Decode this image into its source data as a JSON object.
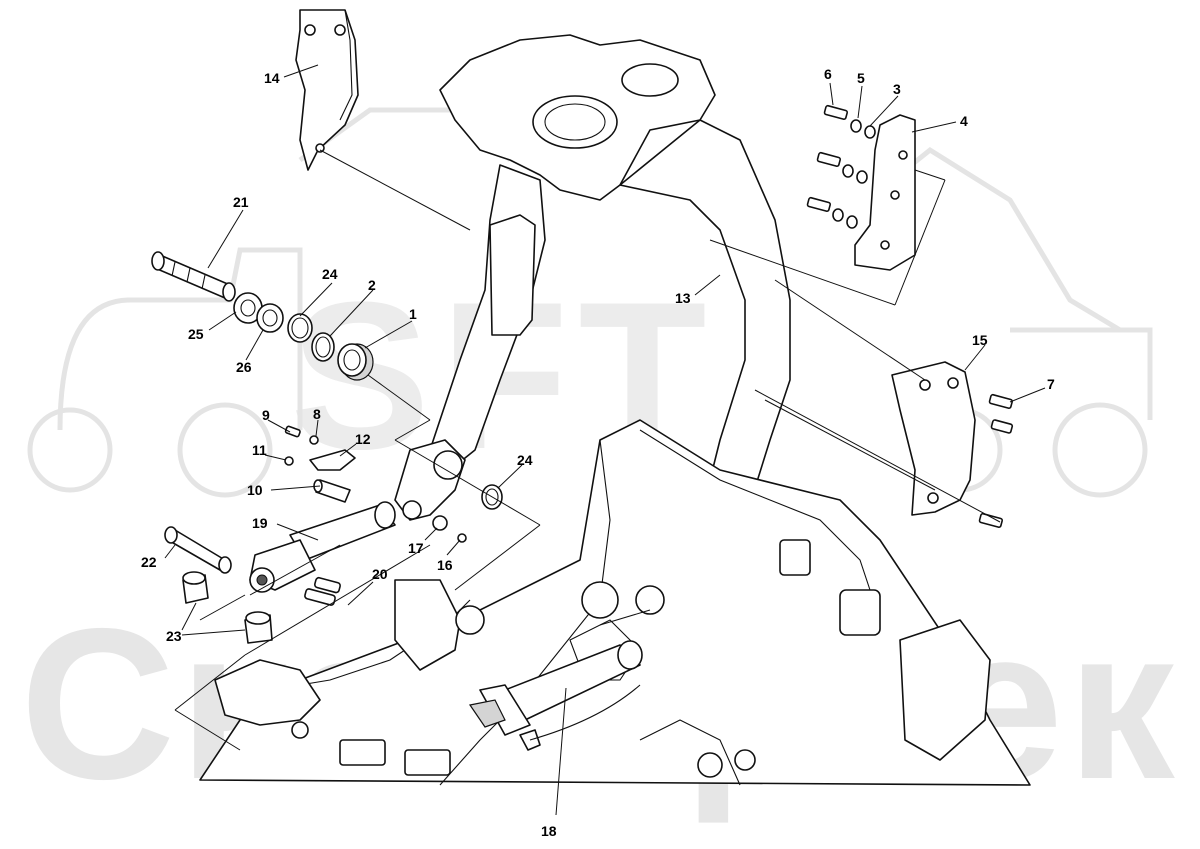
{
  "watermark": {
    "brand": "SFT",
    "subtitle": "СканорТек"
  },
  "callouts": [
    {
      "id": "1",
      "text": "1"
    },
    {
      "id": "2",
      "text": "2"
    },
    {
      "id": "3",
      "text": "3"
    },
    {
      "id": "4",
      "text": "4"
    },
    {
      "id": "5",
      "text": "5"
    },
    {
      "id": "6",
      "text": "6"
    },
    {
      "id": "7",
      "text": "7"
    },
    {
      "id": "8",
      "text": "8"
    },
    {
      "id": "9",
      "text": "9"
    },
    {
      "id": "10",
      "text": "10"
    },
    {
      "id": "11",
      "text": "11"
    },
    {
      "id": "12",
      "text": "12"
    },
    {
      "id": "13",
      "text": "13"
    },
    {
      "id": "14",
      "text": "14"
    },
    {
      "id": "15",
      "text": "15"
    },
    {
      "id": "16",
      "text": "16"
    },
    {
      "id": "17",
      "text": "17"
    },
    {
      "id": "18",
      "text": "18"
    },
    {
      "id": "19",
      "text": "19"
    },
    {
      "id": "20",
      "text": "20"
    },
    {
      "id": "21",
      "text": "21"
    },
    {
      "id": "22",
      "text": "22"
    },
    {
      "id": "23",
      "text": "23"
    },
    {
      "id": "24a",
      "text": "24"
    },
    {
      "id": "24b",
      "text": "24"
    },
    {
      "id": "25",
      "text": "25"
    },
    {
      "id": "26",
      "text": "26"
    }
  ]
}
